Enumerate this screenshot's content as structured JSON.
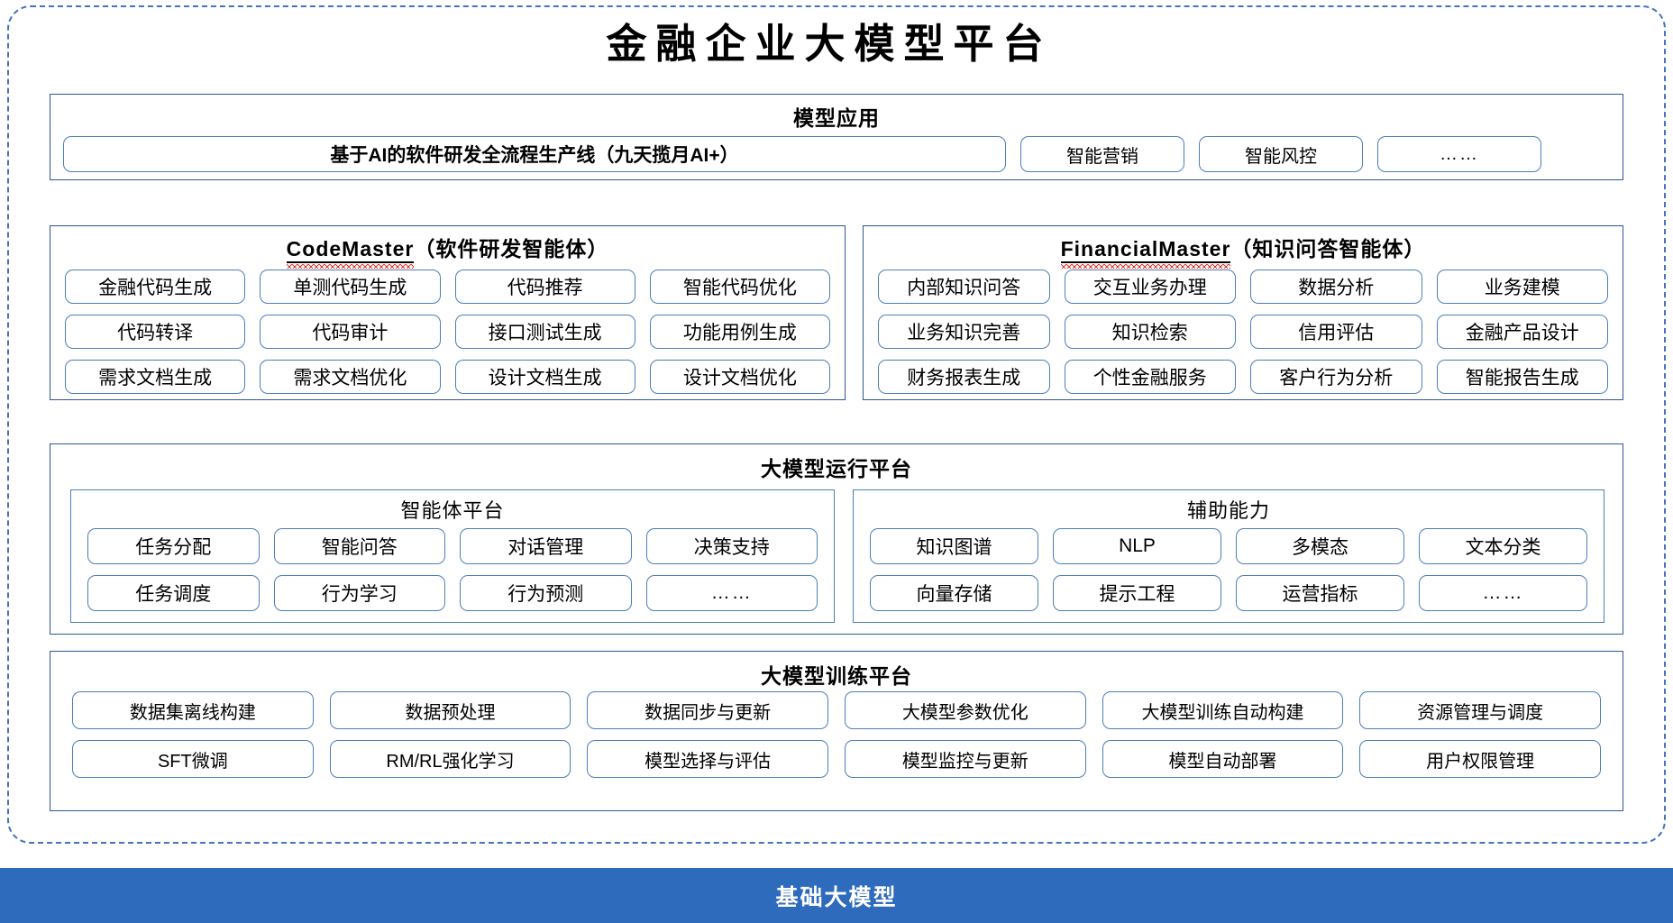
{
  "colors": {
    "frame_border": "#4472c4",
    "section_border": "#2f5597",
    "pill_border": "#4a7ebb",
    "foundation_bg": "#2e6bbc",
    "spellcheck_red": "#e03a32"
  },
  "title": "金融企业大模型平台",
  "application": {
    "title": "模型应用",
    "items": [
      "基于AI的软件研发全流程生产线（九天揽月AI+）",
      "智能营销",
      "智能风控",
      "……"
    ]
  },
  "agents": [
    {
      "name_latin": "CodeMaster",
      "name_cn": "（软件研发智能体）",
      "items": [
        "金融代码生成",
        "单测代码生成",
        "代码推荐",
        "智能代码优化",
        "代码转译",
        "代码审计",
        "接口测试生成",
        "功能用例生成",
        "需求文档生成",
        "需求文档优化",
        "设计文档生成",
        "设计文档优化"
      ]
    },
    {
      "name_latin": "FinancialMaster",
      "name_cn": "（知识问答智能体）",
      "items": [
        "内部知识问答",
        "交互业务办理",
        "数据分析",
        "业务建模",
        "业务知识完善",
        "知识检索",
        "信用评估",
        "金融产品设计",
        "财务报表生成",
        "个性金融服务",
        "客户行为分析",
        "智能报告生成"
      ]
    }
  ],
  "runtime": {
    "title": "大模型运行平台",
    "groups": [
      {
        "title": "智能体平台",
        "items": [
          "任务分配",
          "智能问答",
          "对话管理",
          "决策支持",
          "任务调度",
          "行为学习",
          "行为预测",
          "……"
        ]
      },
      {
        "title": "辅助能力",
        "items": [
          "知识图谱",
          "NLP",
          "多模态",
          "文本分类",
          "向量存储",
          "提示工程",
          "运营指标",
          "……"
        ]
      }
    ]
  },
  "training": {
    "title": "大模型训练平台",
    "items": [
      "数据集离线构建",
      "数据预处理",
      "数据同步与更新",
      "大模型参数优化",
      "大模型训练自动构建",
      "资源管理与调度",
      "SFT微调",
      "RM/RL强化学习",
      "模型选择与评估",
      "模型监控与更新",
      "模型自动部署",
      "用户权限管理"
    ]
  },
  "foundation": {
    "label": "基础大模型"
  }
}
